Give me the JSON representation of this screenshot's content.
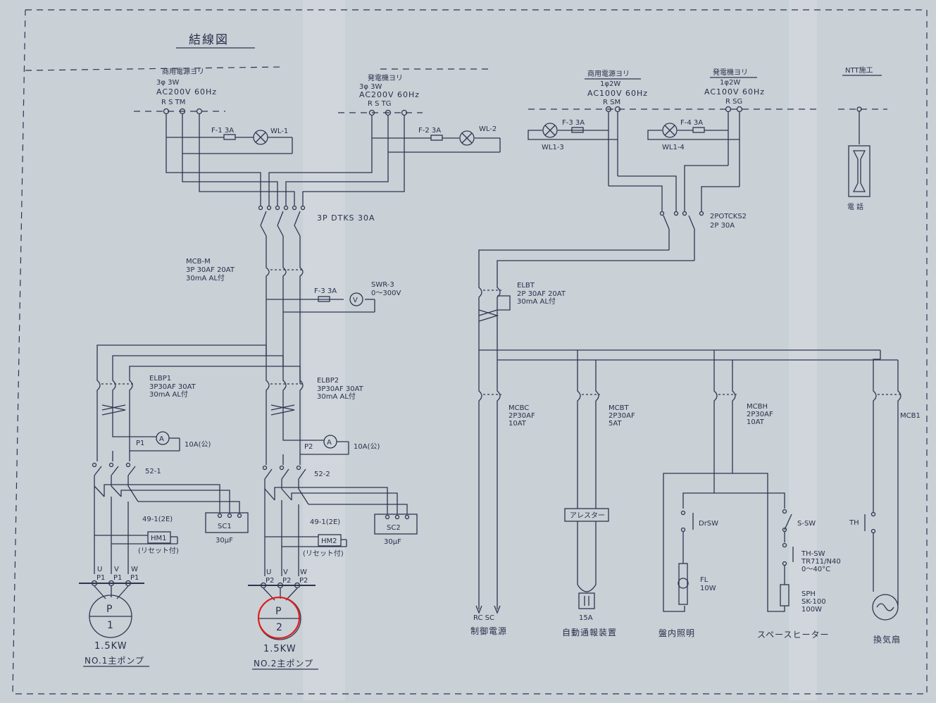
{
  "title": "結線図",
  "sources": {
    "commercial_3ph": {
      "title": "商用電源ヨリ",
      "spec1": "3φ 3W",
      "spec2": "AC200V 60Hz",
      "terminals": "R  S  TM"
    },
    "generator_3ph": {
      "title": "発電機ヨリ",
      "spec1": "3φ 3W",
      "spec2": "AC200V 60Hz",
      "terminals": "R  S  TG"
    },
    "commercial_1ph": {
      "title": "商用電源ヨリ",
      "spec1": "1φ2W",
      "spec2": "AC100V 60Hz",
      "terminals": "R SM"
    },
    "generator_1ph": {
      "title": "発電機ヨリ",
      "spec1": "1φ2W",
      "spec2": "AC100V 60Hz",
      "terminals": "R SG"
    },
    "ntt": {
      "title": "NTT施工",
      "phone": "電 話"
    }
  },
  "fuses": {
    "f1": "F-1 3A",
    "f2": "F-2 3A",
    "f3": "F-3  3A",
    "f4": "F-4  3A",
    "f3v": "F-3 3A"
  },
  "lamps": {
    "wl1": "WL-1",
    "wl2": "WL-2",
    "wl13": "WL1-3",
    "wl14": "WL1-4"
  },
  "switches": {
    "dtks": "3P DTKS 30A",
    "ptcks_1": "2POTCKS2",
    "ptcks_2": "2P 30A"
  },
  "breakers": {
    "mcbm": [
      "MCB-M",
      "3P 30AF 20AT",
      "30mA AL付"
    ],
    "elbt": [
      "ELBT",
      "2P 30AF 20AT",
      "30mA AL付"
    ],
    "elbp1": [
      "ELBP1",
      "3P30AF 30AT",
      "30mA AL付"
    ],
    "elbp2": [
      "ELBP2",
      "3P30AF 30AT",
      "30mA AL付"
    ],
    "mcbc": [
      "MCBC",
      "2P30AF",
      "10AT"
    ],
    "mcbt": [
      "MCBT",
      "2P30AF",
      "5AT"
    ],
    "mcbh": [
      "MCBH",
      "2P30AF",
      "10AT"
    ],
    "mcb1": "MCB1"
  },
  "voltmeter": {
    "swr": "SWR-3",
    "range": "0～300V",
    "symbol": "V"
  },
  "pump1": {
    "ammeter_label": "P1",
    "ammeter_symbol": "A",
    "ammeter_range": "10A(公)",
    "contactor": "52-1",
    "thermal": "49-1(2E)",
    "sc": "SC1",
    "sc_value": "30μF",
    "hm": "HM1",
    "reset": "(リセット付)",
    "terminals": [
      "U",
      "V",
      "W"
    ],
    "terminal_sub": [
      "P1",
      "P1",
      "P1"
    ],
    "motor_top": "P",
    "motor_bottom": "1",
    "power": "1.5KW",
    "name": "NO.1主ポンプ"
  },
  "pump2": {
    "ammeter_label": "P2",
    "ammeter_symbol": "A",
    "ammeter_range": "10A(公)",
    "contactor": "52-2",
    "thermal": "49-1(2E)",
    "sc": "SC2",
    "sc_value": "30μF",
    "hm": "HM2",
    "reset": "(リセット付)",
    "terminals": [
      "U",
      "V",
      "W"
    ],
    "terminal_sub": [
      "P2",
      "P2",
      "P2"
    ],
    "motor_top": "P",
    "motor_bottom": "2",
    "power": "1.5KW",
    "name": "NO.2主ポンプ"
  },
  "loads": {
    "rcsc": "RC SC",
    "control": "制御電源",
    "arrester": "アレスター",
    "alarm_amp": "15A",
    "alarm": "自動通報装置",
    "drsw": "DrSW",
    "fl": [
      "FL",
      "10W"
    ],
    "lighting": "盤内照明",
    "ssw": "S-SW",
    "thsw": [
      "TH-SW",
      "TR711/N40",
      "0～40°C"
    ],
    "sph": [
      "SPH",
      "SK-100",
      "100W"
    ],
    "heater": "スペースヒーター",
    "th": "TH",
    "fan": "換気扇"
  },
  "colors": {
    "paper": "#c9d0d6",
    "ink": "#2e3550",
    "highlight": "#e0201c"
  }
}
